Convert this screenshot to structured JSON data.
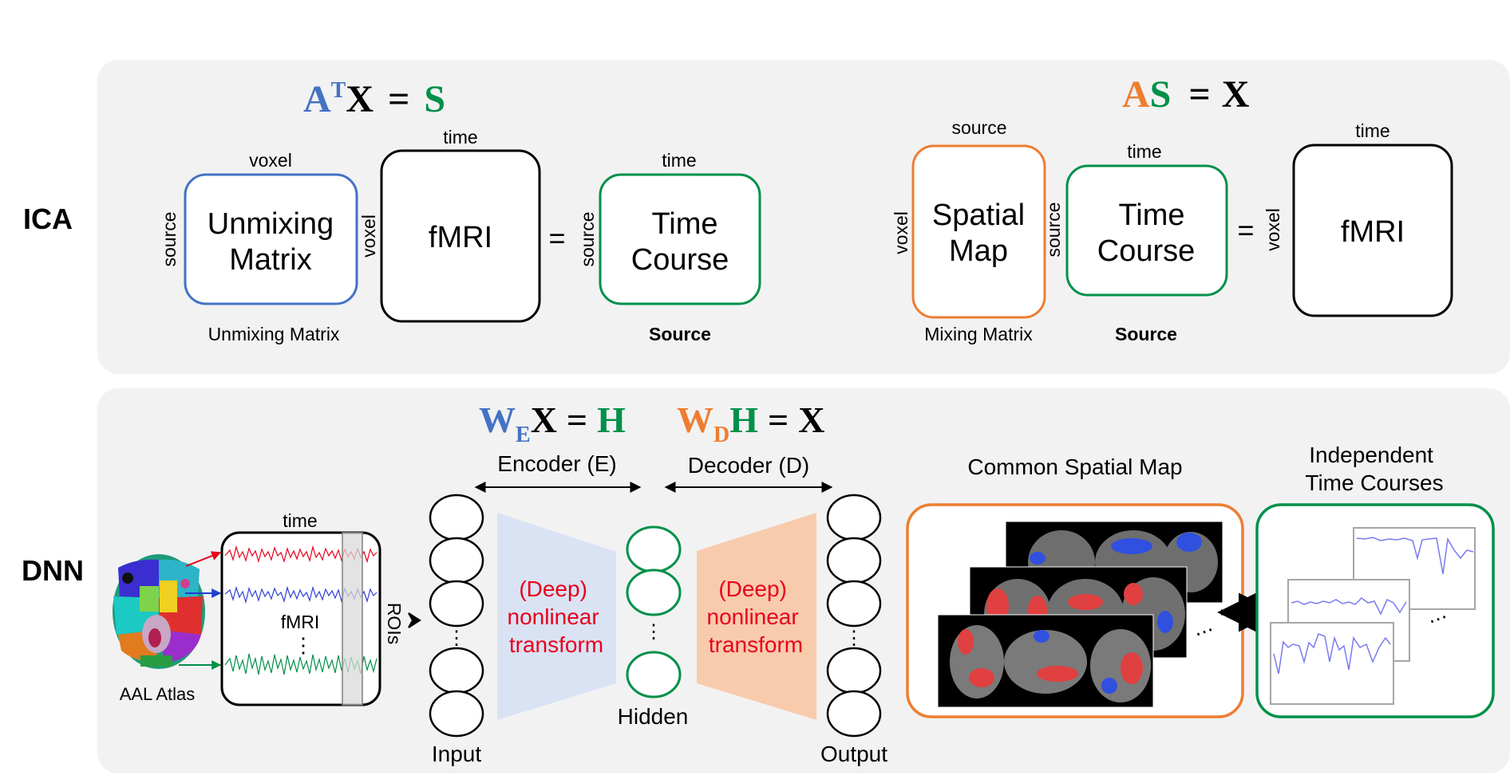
{
  "row_labels": {
    "ica": "ICA",
    "dnn": "DNN"
  },
  "ica": {
    "eq1": {
      "a": "A",
      "sup": "T",
      "x": "X",
      "eq": "=",
      "s": "S"
    },
    "eq2": {
      "a": "A",
      "s": "S",
      "eq": "=",
      "x": "X"
    },
    "left": {
      "unmixing": {
        "line1": "Unmixing",
        "line2": "Matrix",
        "top": "voxel",
        "side": "source",
        "caption": "Unmixing Matrix"
      },
      "fmri": {
        "label": "fMRI",
        "top": "time",
        "side": "voxel"
      },
      "equals": "=",
      "timecourse": {
        "line1": "Time",
        "line2": "Course",
        "top": "time",
        "side": "source",
        "caption": "Source"
      }
    },
    "right": {
      "spatial": {
        "line1": "Spatial",
        "line2": "Map",
        "top": "source",
        "side": "voxel",
        "caption": "Mixing Matrix"
      },
      "timecourse": {
        "line1": "Time",
        "line2": "Course",
        "top": "time",
        "side": "source",
        "caption": "Source"
      },
      "equals": "=",
      "fmri": {
        "label": "fMRI",
        "top": "time",
        "side": "voxel"
      }
    }
  },
  "dnn": {
    "eq1": {
      "w": "W",
      "sub": "E",
      "x": "X",
      "eq": "=",
      "h": "H"
    },
    "eq2": {
      "w": "W",
      "sub": "D",
      "h": "H",
      "eq": "=",
      "x": "X"
    },
    "encoder_label": "Encoder (E)",
    "decoder_label": "Decoder (D)",
    "atlas_caption": "AAL Atlas",
    "signals": {
      "time": "time",
      "fmri": "fMRI",
      "dots": "⋮",
      "rois": "ROIs"
    },
    "input_label": "Input",
    "hidden_label": "Hidden",
    "output_label": "Output",
    "layer_dots": "⋮",
    "transform_enc": {
      "l1": "(Deep)",
      "l2": "nonlinear",
      "l3": "transform"
    },
    "transform_dec": {
      "l1": "(Deep)",
      "l2": "nonlinear",
      "l3": "transform"
    },
    "spatial_map_title": "Common Spatial Map",
    "time_courses_title": {
      "l1": "Independent",
      "l2": "Time Courses"
    },
    "ellipsis": "⋯"
  },
  "colors": {
    "blue": "#4472C4",
    "green": "#00904A",
    "orange": "#ED7D31",
    "red": "#E8001C"
  }
}
